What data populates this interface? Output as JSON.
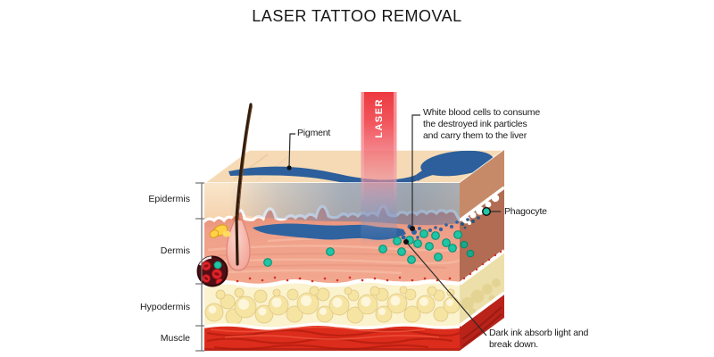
{
  "title": "LASER TATTOO REMOVAL",
  "labels": {
    "laser": "LASER",
    "pigment": "Pigment",
    "white_blood_cells": "White blood cells to consume the destroyed ink particles and carry them to the liver",
    "phagocyte": "Phagocyte",
    "dark_ink": "Dark ink absorb light and break down."
  },
  "layers": [
    "Epidermis",
    "Dermis",
    "Hypodermis",
    "Muscle"
  ],
  "colors": {
    "laser_red": "#EE3A41",
    "pigment_blue": "#2C5F9B",
    "phagocyte_teal": "#1FC6A5",
    "skin_top": "#F5DAB5",
    "epidermis_front": "#F8E0C2",
    "dermis_front": "#F2A48E",
    "hypodermis_front": "#FBF2CE",
    "muscle_front": "#DC2C1C",
    "dermis_side": "#B16C53",
    "epidermis_side": "#C78A69",
    "muscle_side": "#B9231A",
    "blood_vessel": "#4F0F14",
    "text": "#1A1A1A",
    "background": "#FFFFFF"
  }
}
